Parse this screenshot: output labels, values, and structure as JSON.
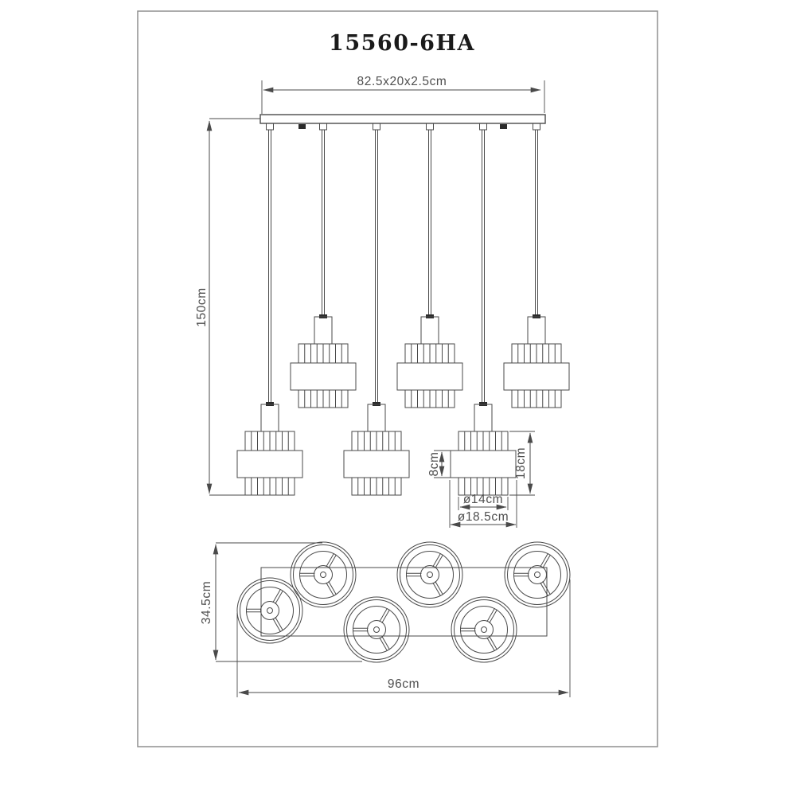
{
  "title": {
    "model": "15560-6HA"
  },
  "front_view": {
    "bar_dimension": "82.5x20x2.5cm",
    "drop_height": "150cm",
    "pendant_count": 6,
    "shade_dimensions": {
      "band_height": "8cm",
      "shade_height": "18cm",
      "rib_diameter": "ø14cm",
      "shade_diameter": "ø18.5cm"
    }
  },
  "plan_view": {
    "depth": "34.5cm",
    "width": "96cm",
    "shade_count": 6
  },
  "colors": {
    "line": "#4a4a4a",
    "text": "#4f4f4f",
    "title_text": "#1a1a1a",
    "border": "#8f8f8f",
    "background": "#ffffff"
  }
}
